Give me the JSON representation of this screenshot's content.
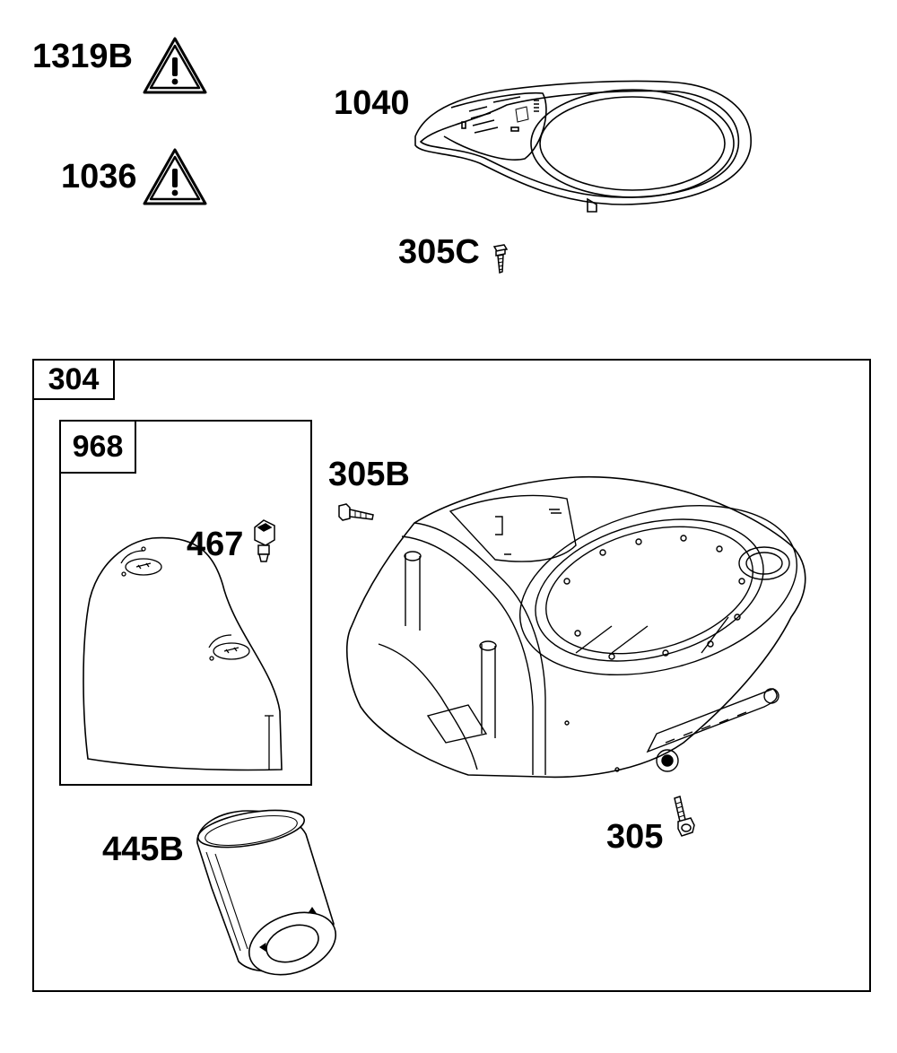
{
  "labels": {
    "warn1": "1319B",
    "warn2": "1036",
    "cover": "1040",
    "screw_c": "305C",
    "group_main": "304",
    "group_sub": "968",
    "knob": "467",
    "screw_b": "305B",
    "filter": "445B",
    "screw": "305"
  },
  "icons": {
    "warning": "warning-triangle-icon"
  },
  "colors": {
    "line": "#000000",
    "background": "#ffffff"
  }
}
